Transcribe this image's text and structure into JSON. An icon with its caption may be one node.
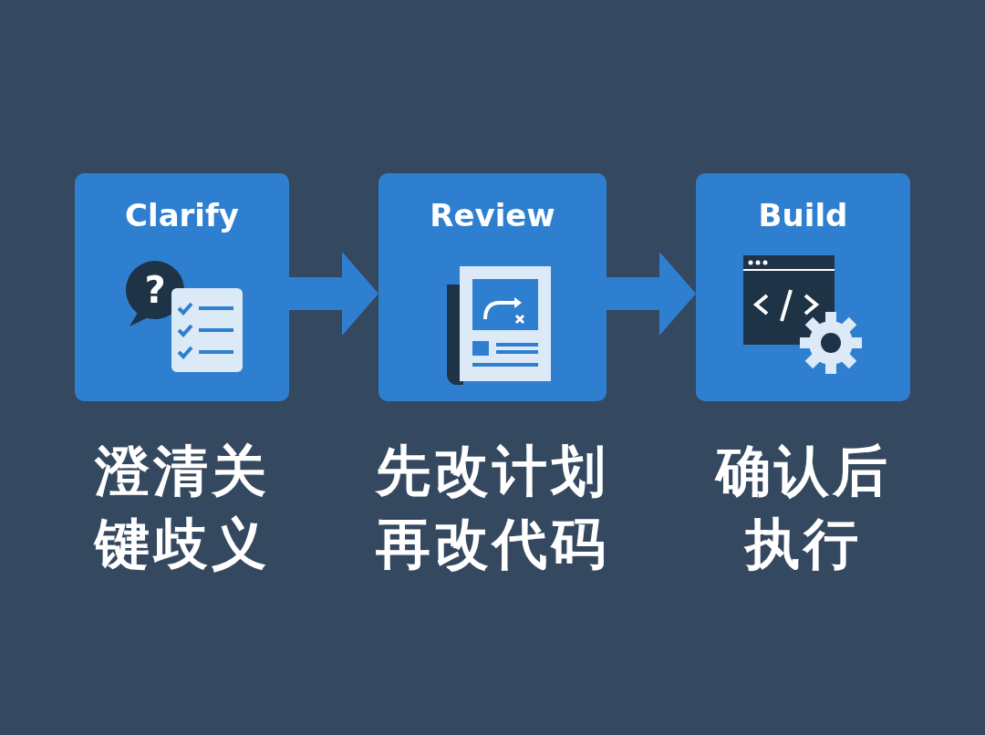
{
  "diagram": {
    "nodes": [
      {
        "text": [
          "Clarify"
        ],
        "beside": [
          "澄清关键歧义"
        ]
      },
      {
        "text": [
          "Review"
        ],
        "beside": [
          "先改计划再改代码"
        ]
      },
      {
        "text": [
          "Build"
        ],
        "beside": [
          "确认后执行"
        ]
      }
    ],
    "edges": [
      {
        "from": 0,
        "to": 1,
        "arrow": "to",
        "style": "thick"
      },
      {
        "from": 1,
        "to": 2,
        "arrow": "to",
        "style": "thick"
      }
    ],
    "labels": [
      "?"
    ]
  }
}
